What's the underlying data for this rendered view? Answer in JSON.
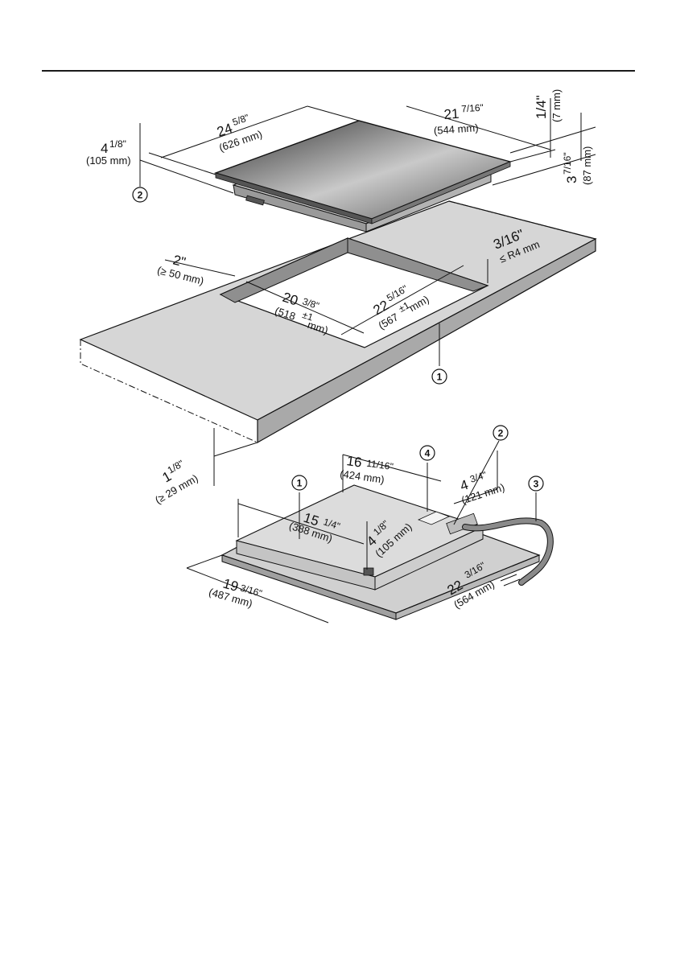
{
  "colors": {
    "counter_top": "#d6d6d6",
    "counter_edge": "#a9a9a9",
    "cutout_wall": "#8f8f8f",
    "glass_dark": "#3c3c3c",
    "glass_light": "#c9c9c9",
    "housing": "#d0d0d0",
    "housing_top": "#dcdcdc",
    "cable": "#8a8a8a"
  },
  "callouts": [
    "1",
    "2",
    "3",
    "4"
  ],
  "cooktop": {
    "width_whole": "24",
    "width_frac": "5/8\"",
    "width_mm": "(626 mm)",
    "depth_whole": "21",
    "depth_frac": "7/16\"",
    "depth_mm": "(544 mm)",
    "height_whole": "4",
    "height_frac": "1/8\"",
    "height_mm": "(105 mm)",
    "glass_thk": "1/4\"",
    "glass_thk_mm": "(7 mm)",
    "above_whole": "3",
    "above_frac": "7/16\"",
    "above_mm": "(87 mm)"
  },
  "cutout": {
    "min_back_whole": "2\"",
    "min_back_mm": "(≥ 50 mm)",
    "width_whole": "20",
    "width_frac": "3/8\"",
    "width_mm": "(518",
    "depth_whole": "22",
    "depth_frac": "5/16\"",
    "depth_mm": "(567",
    "tol_mm": "mm)",
    "tol_sym": "±1",
    "radius_whole": "3/16\"",
    "radius_mm": "≤ R4 mm",
    "thickness_whole": "1",
    "thickness_frac": "1/8\"",
    "thickness_mm": "(≥ 29 mm)"
  },
  "underside": {
    "a_whole": "16",
    "a_frac": "11/16\"",
    "a_mm": "(424 mm)",
    "b_whole": "4",
    "b_frac": "3/4\"",
    "b_mm": "(121 mm)",
    "c_whole": "15",
    "c_frac": "1/4\"",
    "c_mm": "(388 mm)",
    "d_whole": "4",
    "d_frac": "1/8\"",
    "d_mm": "(105 mm)",
    "e_whole": "19",
    "e_frac": "3/16\"",
    "e_mm": "(487 mm)",
    "f_whole": "22",
    "f_frac": "3/16\"",
    "f_mm": "(564 mm)"
  }
}
